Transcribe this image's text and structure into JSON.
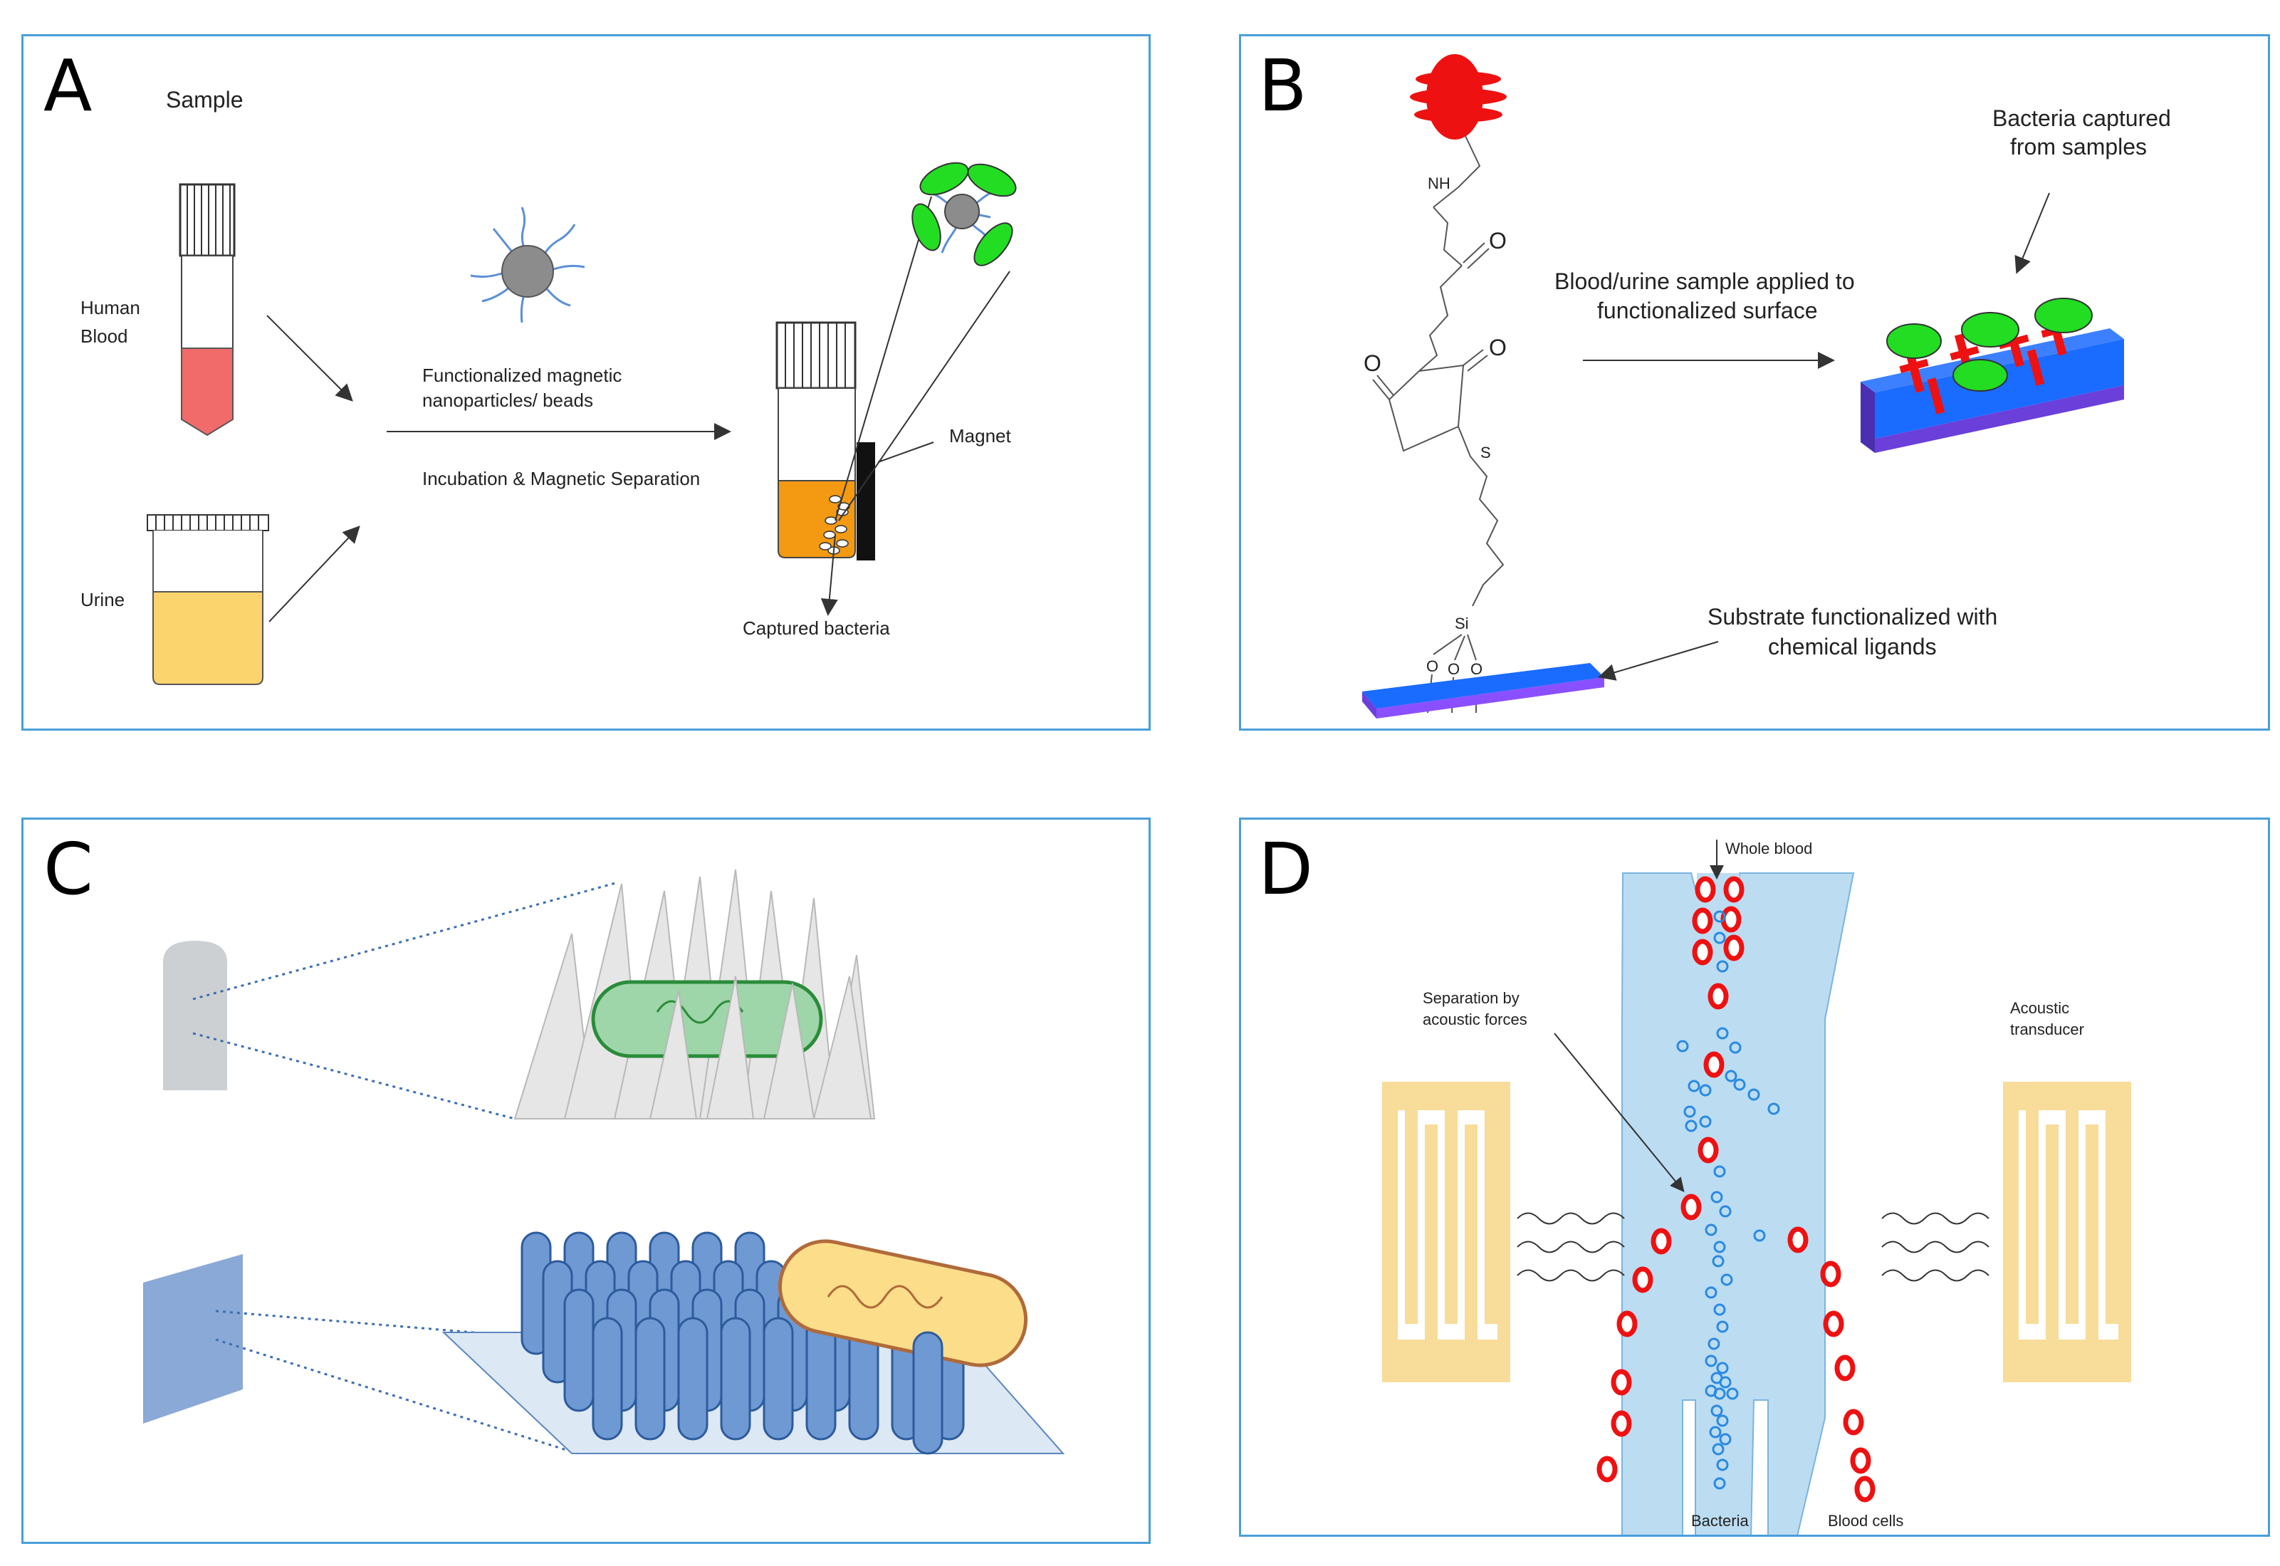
{
  "panels": {
    "a": {
      "letter": "A",
      "sample": "Sample",
      "human_blood_1": "Human",
      "human_blood_2": "Blood",
      "urine": "Urine",
      "nanoparticles_1": "Functionalized magnetic",
      "nanoparticles_2": "nanoparticles/ beads",
      "incubation": "Incubation & Magnetic Separation",
      "magnet": "Magnet",
      "captured": "Captured bacteria"
    },
    "b": {
      "letter": "B",
      "nh": "NH",
      "o1": "O",
      "o2": "O",
      "o3": "O",
      "s": "S",
      "si": "Si",
      "o_si": "O",
      "applied_1": "Blood/urine sample applied to",
      "applied_2": "functionalized surface",
      "captured_1": "Bacteria captured",
      "captured_2": "from samples",
      "substrate_1": "Substrate functionalized with",
      "substrate_2": "chemical ligands"
    },
    "c": {
      "letter": "C"
    },
    "d": {
      "letter": "D",
      "whole_blood": "Whole blood",
      "separation_1": "Separation by",
      "separation_2": "acoustic forces",
      "transducer_1": "Acoustic",
      "transducer_2": "transducer",
      "bacteria": "Bacteria",
      "blood_cells": "Blood cells"
    }
  },
  "colors": {
    "border": "#4a9fd8",
    "blood": "#f26b6b",
    "urine": "#fbd46d",
    "captured_fluid": "#f39a12",
    "bead": "#8c8c8c",
    "bacteria_green": "#22dd22",
    "ligand_red": "#ee1111",
    "substrate_blue": "#1a6bff",
    "channel": "#bcdcf2",
    "electrode": "#f7dc9a"
  }
}
